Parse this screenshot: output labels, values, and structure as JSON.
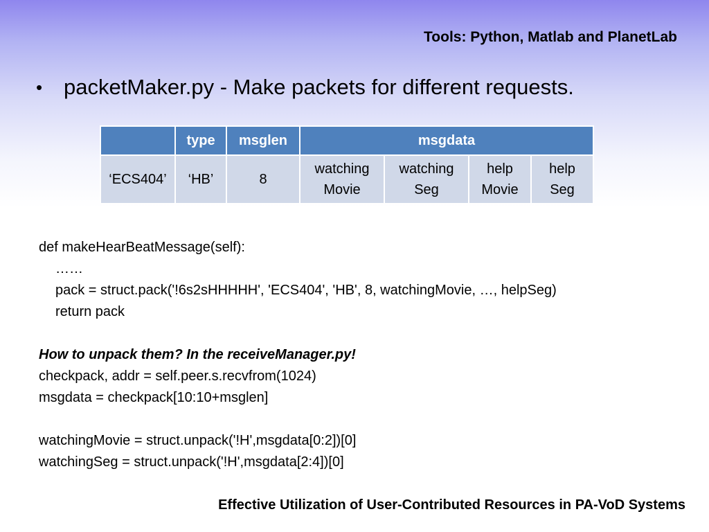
{
  "header": {
    "title": "Tools: Python, Matlab and PlanetLab"
  },
  "bullet": {
    "marker": "•",
    "text": "packetMaker.py - Make packets for different requests."
  },
  "table": {
    "headers": [
      "",
      "type",
      "msglen",
      "msgdata"
    ],
    "row": [
      "‘ECS404’",
      "‘HB’",
      "8",
      [
        "watching",
        "Movie"
      ],
      [
        "watching",
        "Seg"
      ],
      [
        "help",
        "Movie"
      ],
      [
        "help",
        "Seg"
      ]
    ]
  },
  "code": {
    "lines": [
      "def makeHearBeatMessage(self):",
      "……",
      "pack = struct.pack('!6s2sHHHHH', 'ECS404', 'HB', 8, watchingMovie, …, helpSeg)",
      "return pack",
      "How to unpack them? In the receiveManager.py!",
      "checkpack, addr = self.peer.s.recvfrom(1024)",
      "msgdata = checkpack[10:10+msglen]",
      "watchingMovie = struct.unpack('!H',msgdata[0:2])[0]",
      "watchingSeg = struct.unpack('!H',msgdata[2:4])[0]"
    ]
  },
  "footer": {
    "text": "Effective Utilization of User-Contributed Resources in PA-VoD Systems"
  },
  "colors": {
    "table_header": "#4f81bd",
    "table_cell": "#d0d8e8",
    "gradient_top": "#8f86ee"
  }
}
